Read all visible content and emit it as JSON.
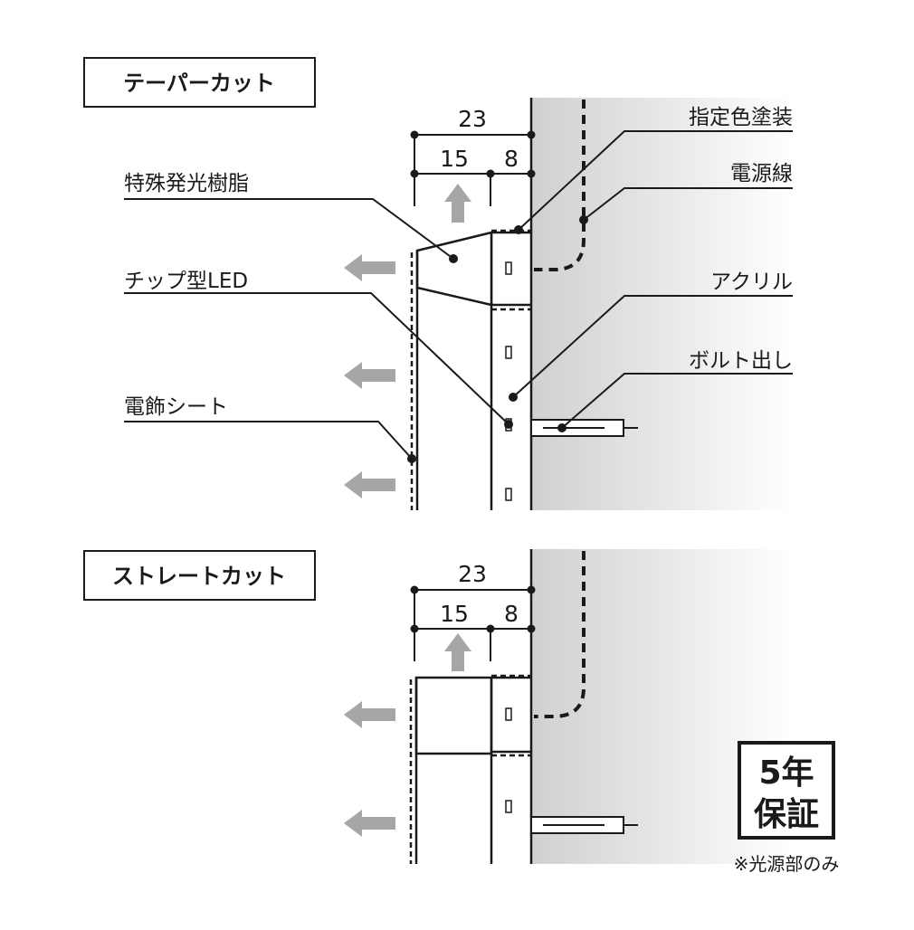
{
  "sections": {
    "taper": {
      "title": "テーパーカット"
    },
    "straight": {
      "title": "ストレートカット"
    }
  },
  "dimensions": {
    "total": "23",
    "resin_width": "15",
    "acrylic_width": "8"
  },
  "labels": {
    "specified_paint": "指定色塗装",
    "power_wire": "電源線",
    "special_resin": "特殊発光樹脂",
    "chip_led": "チップ型LED",
    "acrylic": "アクリル",
    "bolt": "ボルト出し",
    "decorative_sheet": "電飾シート"
  },
  "warranty": {
    "line1": "5年",
    "line2": "保証",
    "note": "※光源部のみ"
  }
}
